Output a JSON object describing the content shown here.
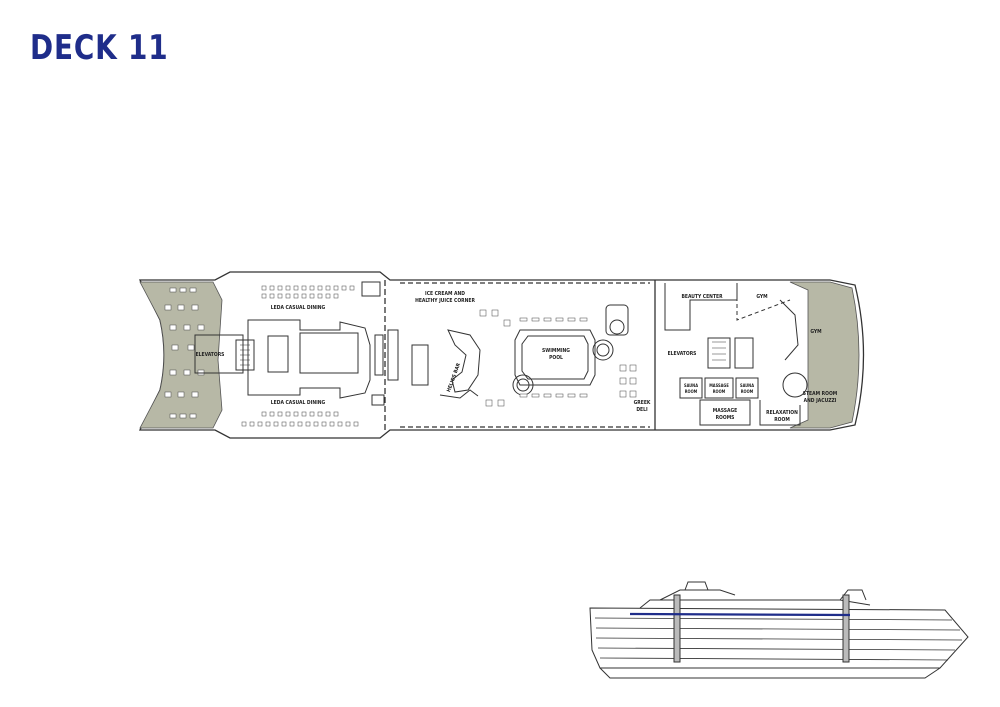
{
  "title": "DECK 11",
  "labels": {
    "elevators_fwd": "ELEVATORS",
    "leda_top": "LEDA CASUAL DINING",
    "leda_bottom": "LEDA CASUAL DINING",
    "icecream": "ICE CREAM AND",
    "juice": "HEALTHY JUICE CORNER",
    "helios": "HELIOS BAR",
    "pool1": "SWIMMING",
    "pool2": "POOL",
    "greek1": "GREEK",
    "greek2": "DELI",
    "elevators_aft": "ELEVATORS",
    "beauty": "BEAUTY CENTER",
    "gym1": "GYM",
    "gym2": "GYM",
    "sauna1a": "SAUNA",
    "sauna1b": "ROOM",
    "massage1a": "MASSAGE",
    "massage1b": "ROOM",
    "sauna2a": "SAUNA",
    "sauna2b": "ROOM",
    "massage2a": "MASSAGE",
    "massage2b": "ROOMS",
    "steam1": "STEAM ROOM",
    "steam2": "AND JACUZZI",
    "relax1": "RELAXATION",
    "relax2": "ROOM"
  },
  "colors": {
    "title": "#1f2d8a",
    "deck": "#b7b8a6",
    "line": "#333333",
    "highlight": "#1f2d8a"
  }
}
